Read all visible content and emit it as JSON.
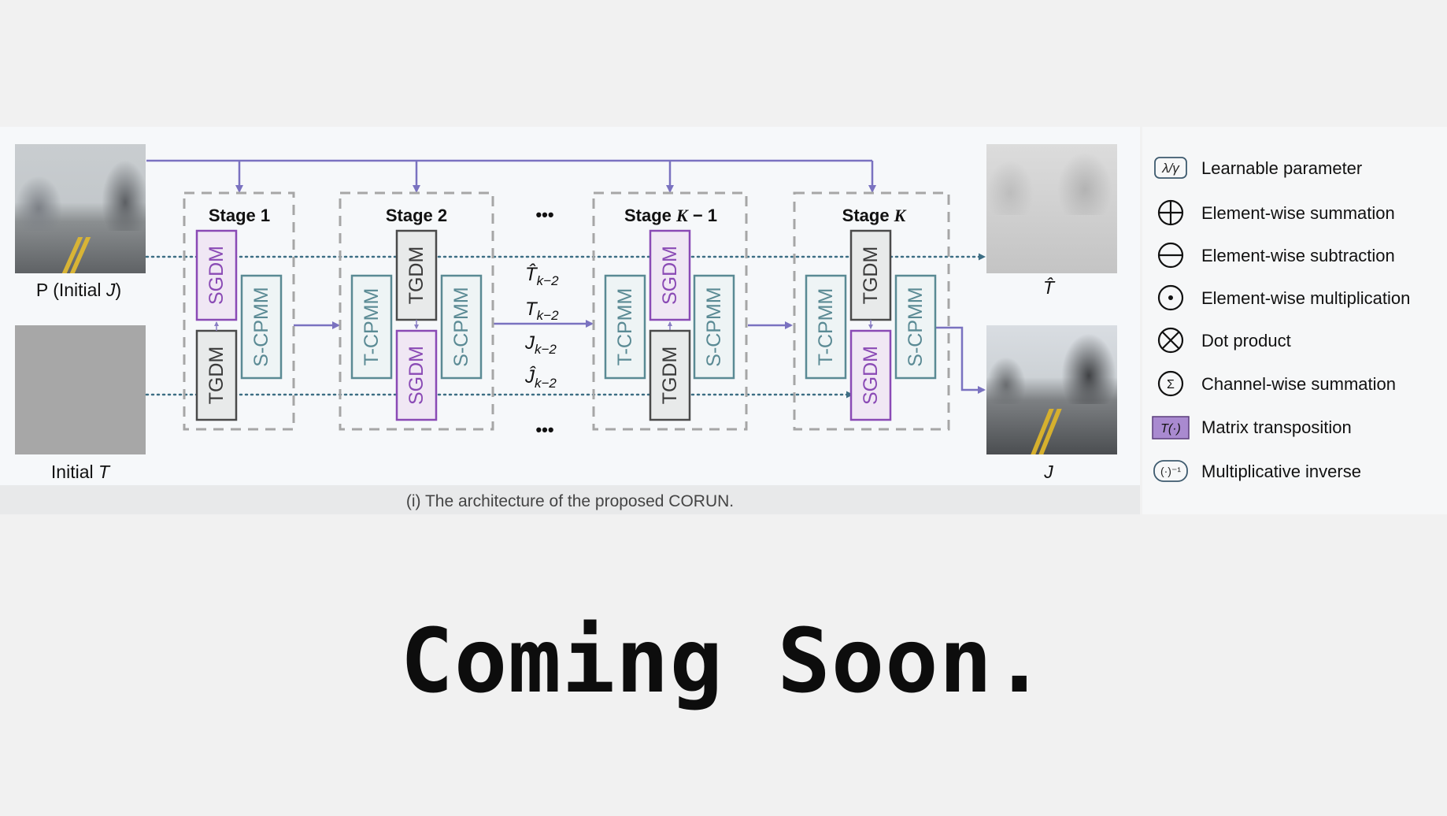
{
  "diagram": {
    "stages": [
      {
        "label": "Stage 1",
        "top_module": "SGDM",
        "bottom_module": "TGDM",
        "side_module": "S-CPMM"
      },
      {
        "label": "Stage 2",
        "left_module": "T-CPMM",
        "top_module": "TGDM",
        "bottom_module": "SGDM",
        "side_module": "S-CPMM"
      },
      {
        "label": "Stage K − 1",
        "left_module": "T-CPMM",
        "top_module": "SGDM",
        "bottom_module": "TGDM",
        "side_module": "S-CPMM"
      },
      {
        "label": "Stage K",
        "left_module": "T-CPMM",
        "top_module": "TGDM",
        "bottom_module": "SGDM",
        "side_module": "S-CPMM"
      }
    ],
    "ellipsis_top": "•••",
    "ellipsis_bottom": "•••",
    "intermediate": [
      "T̂k−2",
      "Tk−2",
      "Jk−2",
      "Ĵk−2"
    ],
    "inputs": {
      "p_label": "P (Initial J)",
      "t_label": "Initial T"
    },
    "outputs": {
      "t_hat_label": "T̂",
      "j_label": "J"
    },
    "caption": "(i) The architecture of the proposed CORUN.",
    "colors": {
      "sgdm": "#8a4ab5",
      "tgdm": "#4a4a4a",
      "cpmm": "#5a8a94",
      "arrow": "#7a72c0",
      "dotted": "#3d6e84"
    }
  },
  "legend": [
    {
      "icon": "lambda-gamma-icon",
      "symbol": "λ/γ",
      "label": "Learnable parameter"
    },
    {
      "icon": "circle-plus-icon",
      "label": "Element-wise summation"
    },
    {
      "icon": "circle-minus-icon",
      "label": "Element-wise subtraction"
    },
    {
      "icon": "circle-dot-icon",
      "label": "Element-wise multiplication"
    },
    {
      "icon": "circle-times-icon",
      "label": "Dot product"
    },
    {
      "icon": "circle-sigma-icon",
      "symbol": "Σ",
      "label": "Channel-wise summation"
    },
    {
      "icon": "transpose-icon",
      "symbol": "T(·)",
      "label": "Matrix transposition"
    },
    {
      "icon": "inverse-icon",
      "symbol": "(·)⁻¹",
      "label": "Multiplicative inverse"
    }
  ],
  "footer": {
    "text": "Coming Soon."
  }
}
